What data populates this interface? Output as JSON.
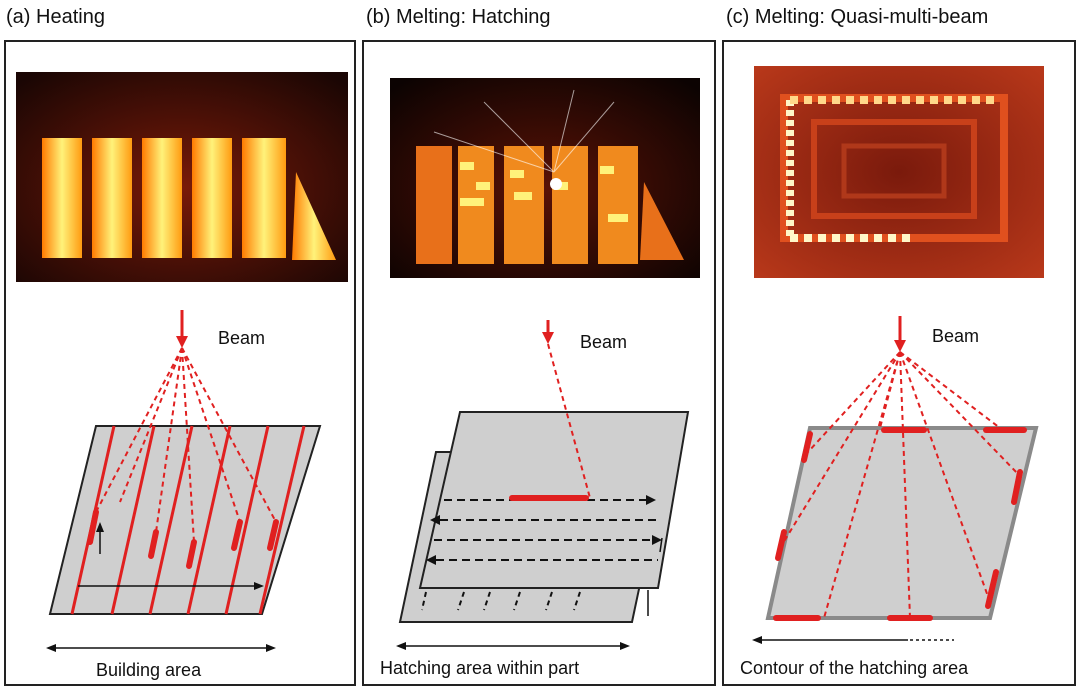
{
  "figure": {
    "panels": [
      {
        "title": "(a)  Heating",
        "beam_label": "Beam",
        "area_label": "Building area"
      },
      {
        "title": "(b)  Melting: Hatching",
        "beam_label": "Beam",
        "area_label": "Hatching area within part"
      },
      {
        "title": "(c)  Melting: Quasi-multi-beam",
        "beam_label": "Beam",
        "area_label": "Contour of the hatching area"
      }
    ]
  },
  "colors": {
    "beam": "#e02020",
    "plate": "#cfcfcf",
    "border": "#222222",
    "glow": "#ff9a00"
  }
}
